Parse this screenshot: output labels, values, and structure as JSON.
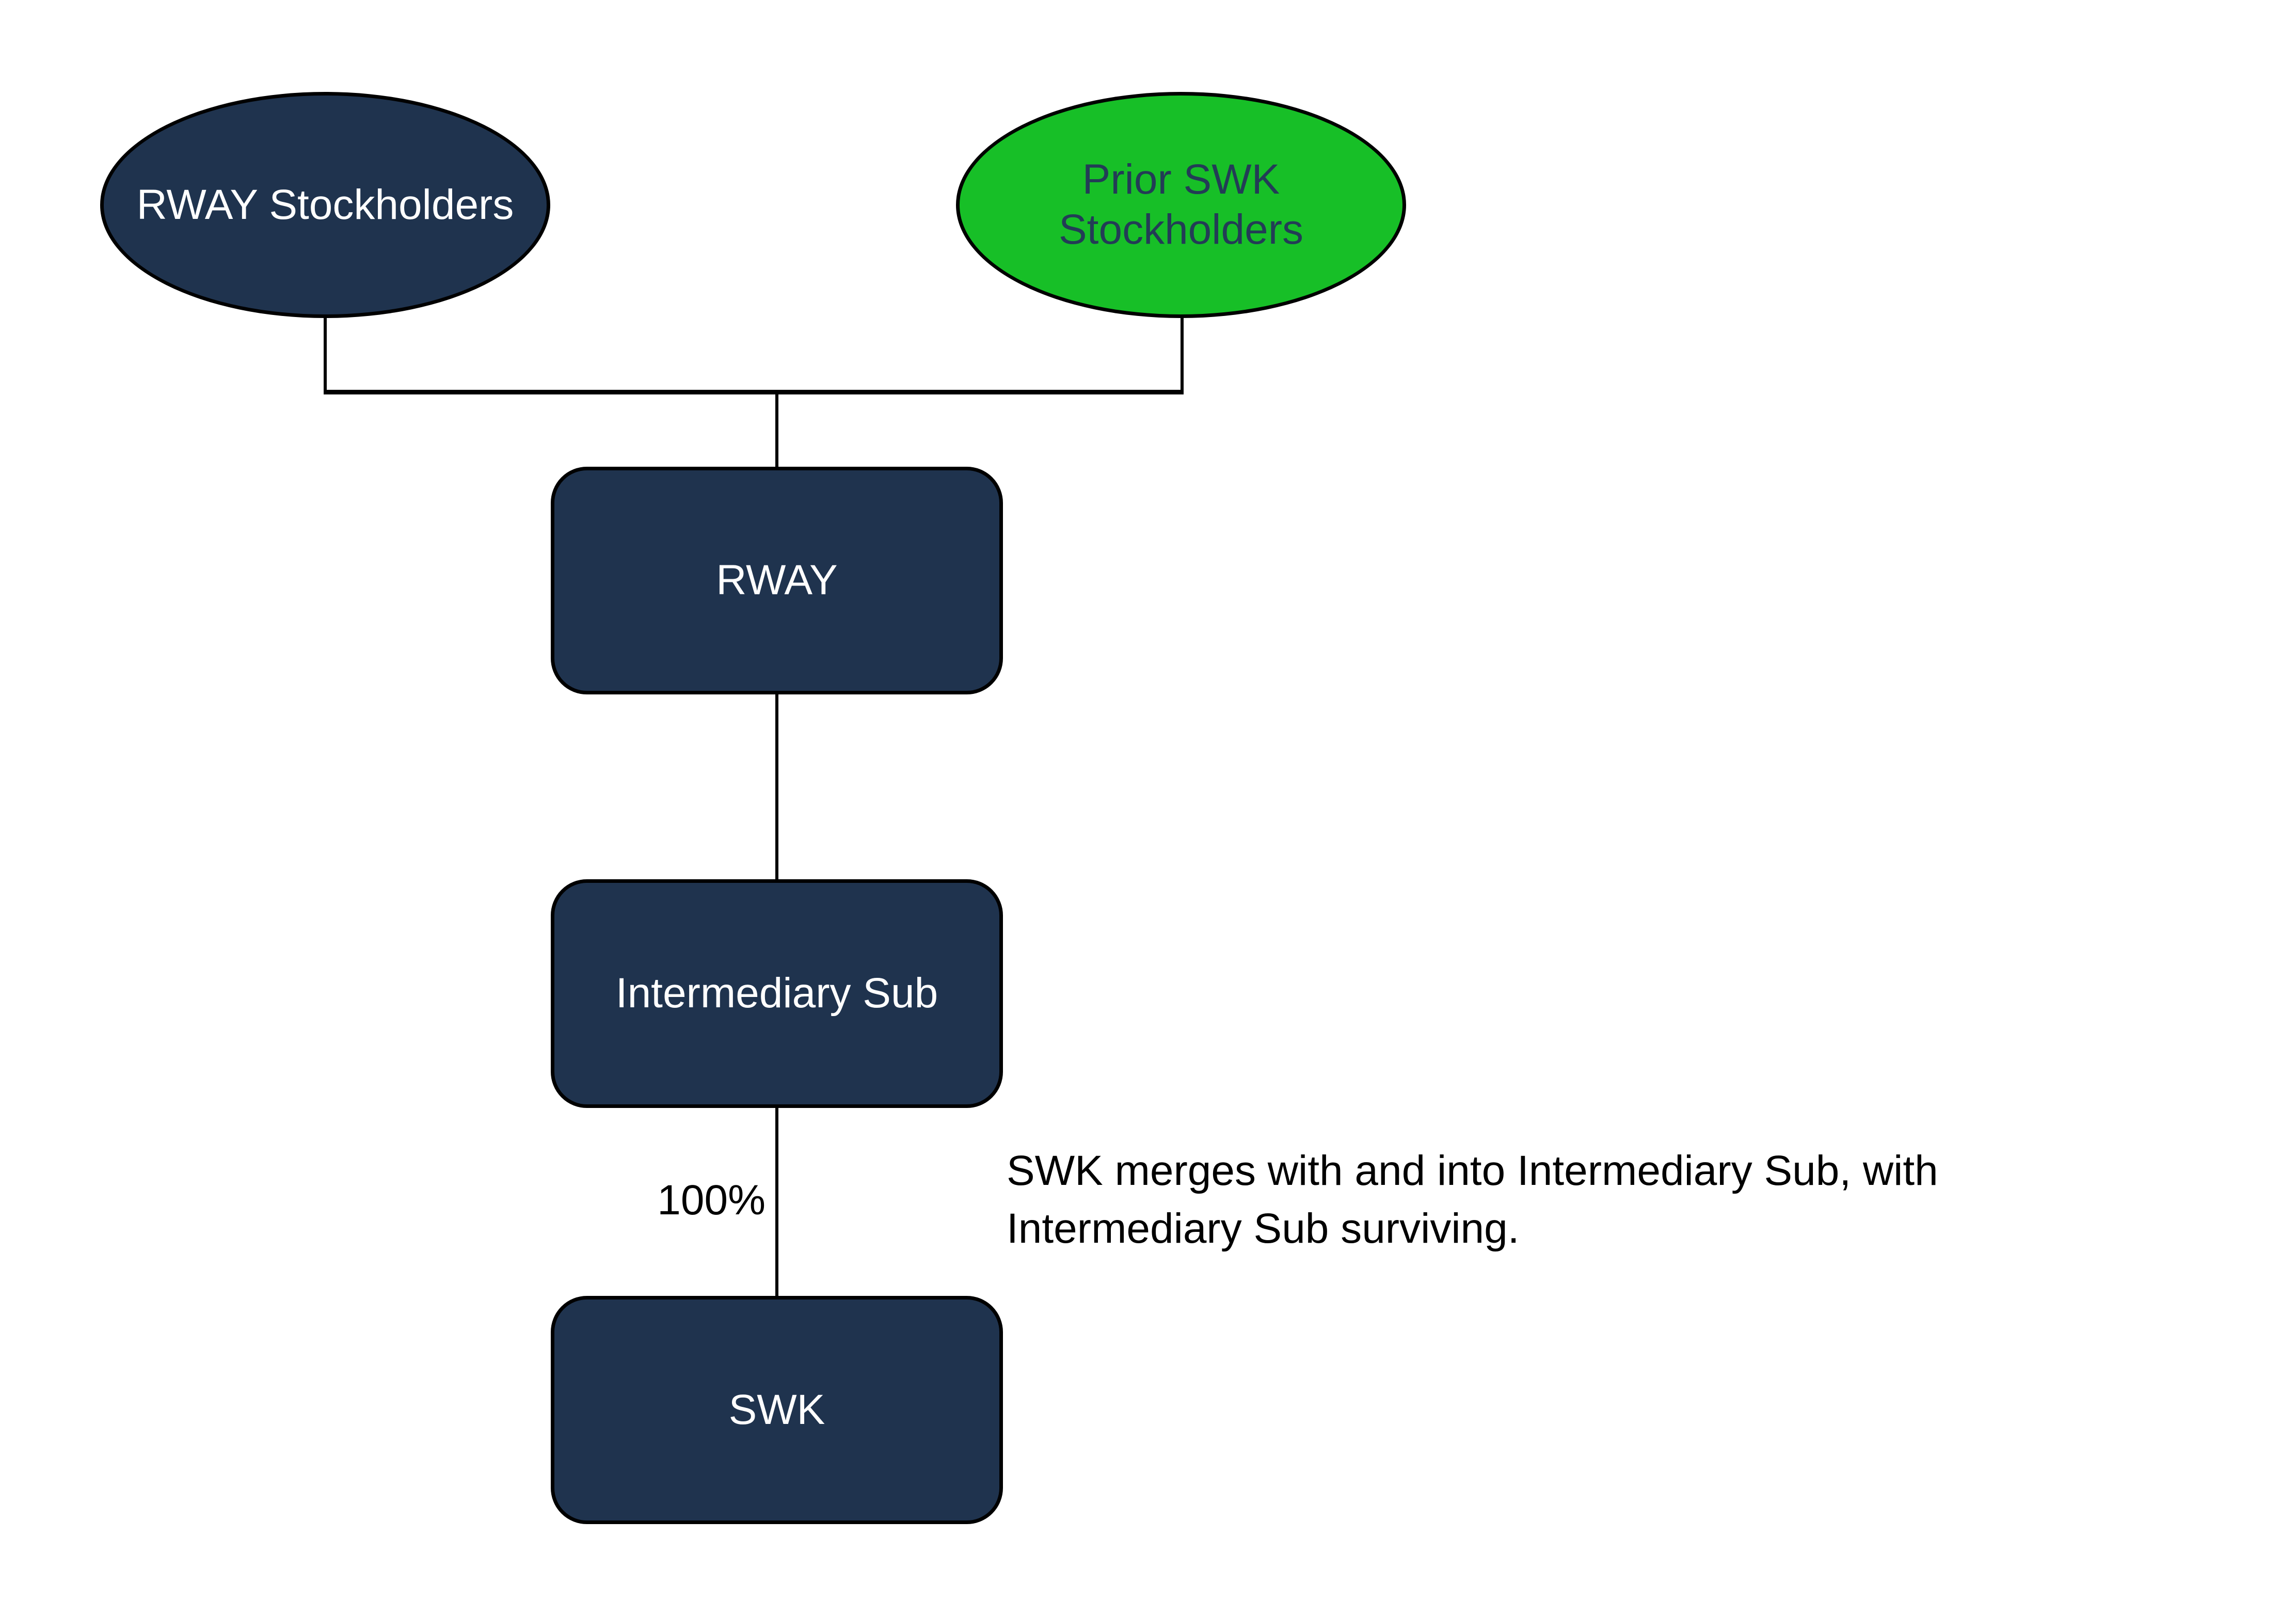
{
  "diagram": {
    "background": "#FFFFFF",
    "colors": {
      "navy_fill": "#1F334E",
      "green_fill": "#17BF27",
      "shape_border": "#000000",
      "connector": "#000000",
      "light_text": "#FFFFFF",
      "dark_text_on_green": "#233C56",
      "annotation_text": "#000000"
    },
    "nodes": {
      "rway_stockholders": {
        "label": "RWAY Stockholders",
        "shape": "ellipse",
        "fill": "#1F334E",
        "text_color": "#FFFFFF"
      },
      "prior_swk_stockholders": {
        "label": "Prior SWK\nStockholders",
        "shape": "ellipse",
        "fill": "#17BF27",
        "text_color": "#233C56"
      },
      "rway": {
        "label": "RWAY",
        "shape": "rounded-rect",
        "fill": "#1F334E",
        "text_color": "#FFFFFF"
      },
      "intermediary_sub": {
        "label": "Intermediary Sub",
        "shape": "rounded-rect",
        "fill": "#1F334E",
        "text_color": "#FFFFFF"
      },
      "swk": {
        "label": "SWK",
        "shape": "rounded-rect",
        "fill": "#1F334E",
        "text_color": "#FFFFFF"
      }
    },
    "edges": {
      "ownership_label": "100%"
    },
    "annotation": {
      "text": "SWK merges with and into Intermediary Sub, with\nIntermediary Sub surviving."
    }
  }
}
